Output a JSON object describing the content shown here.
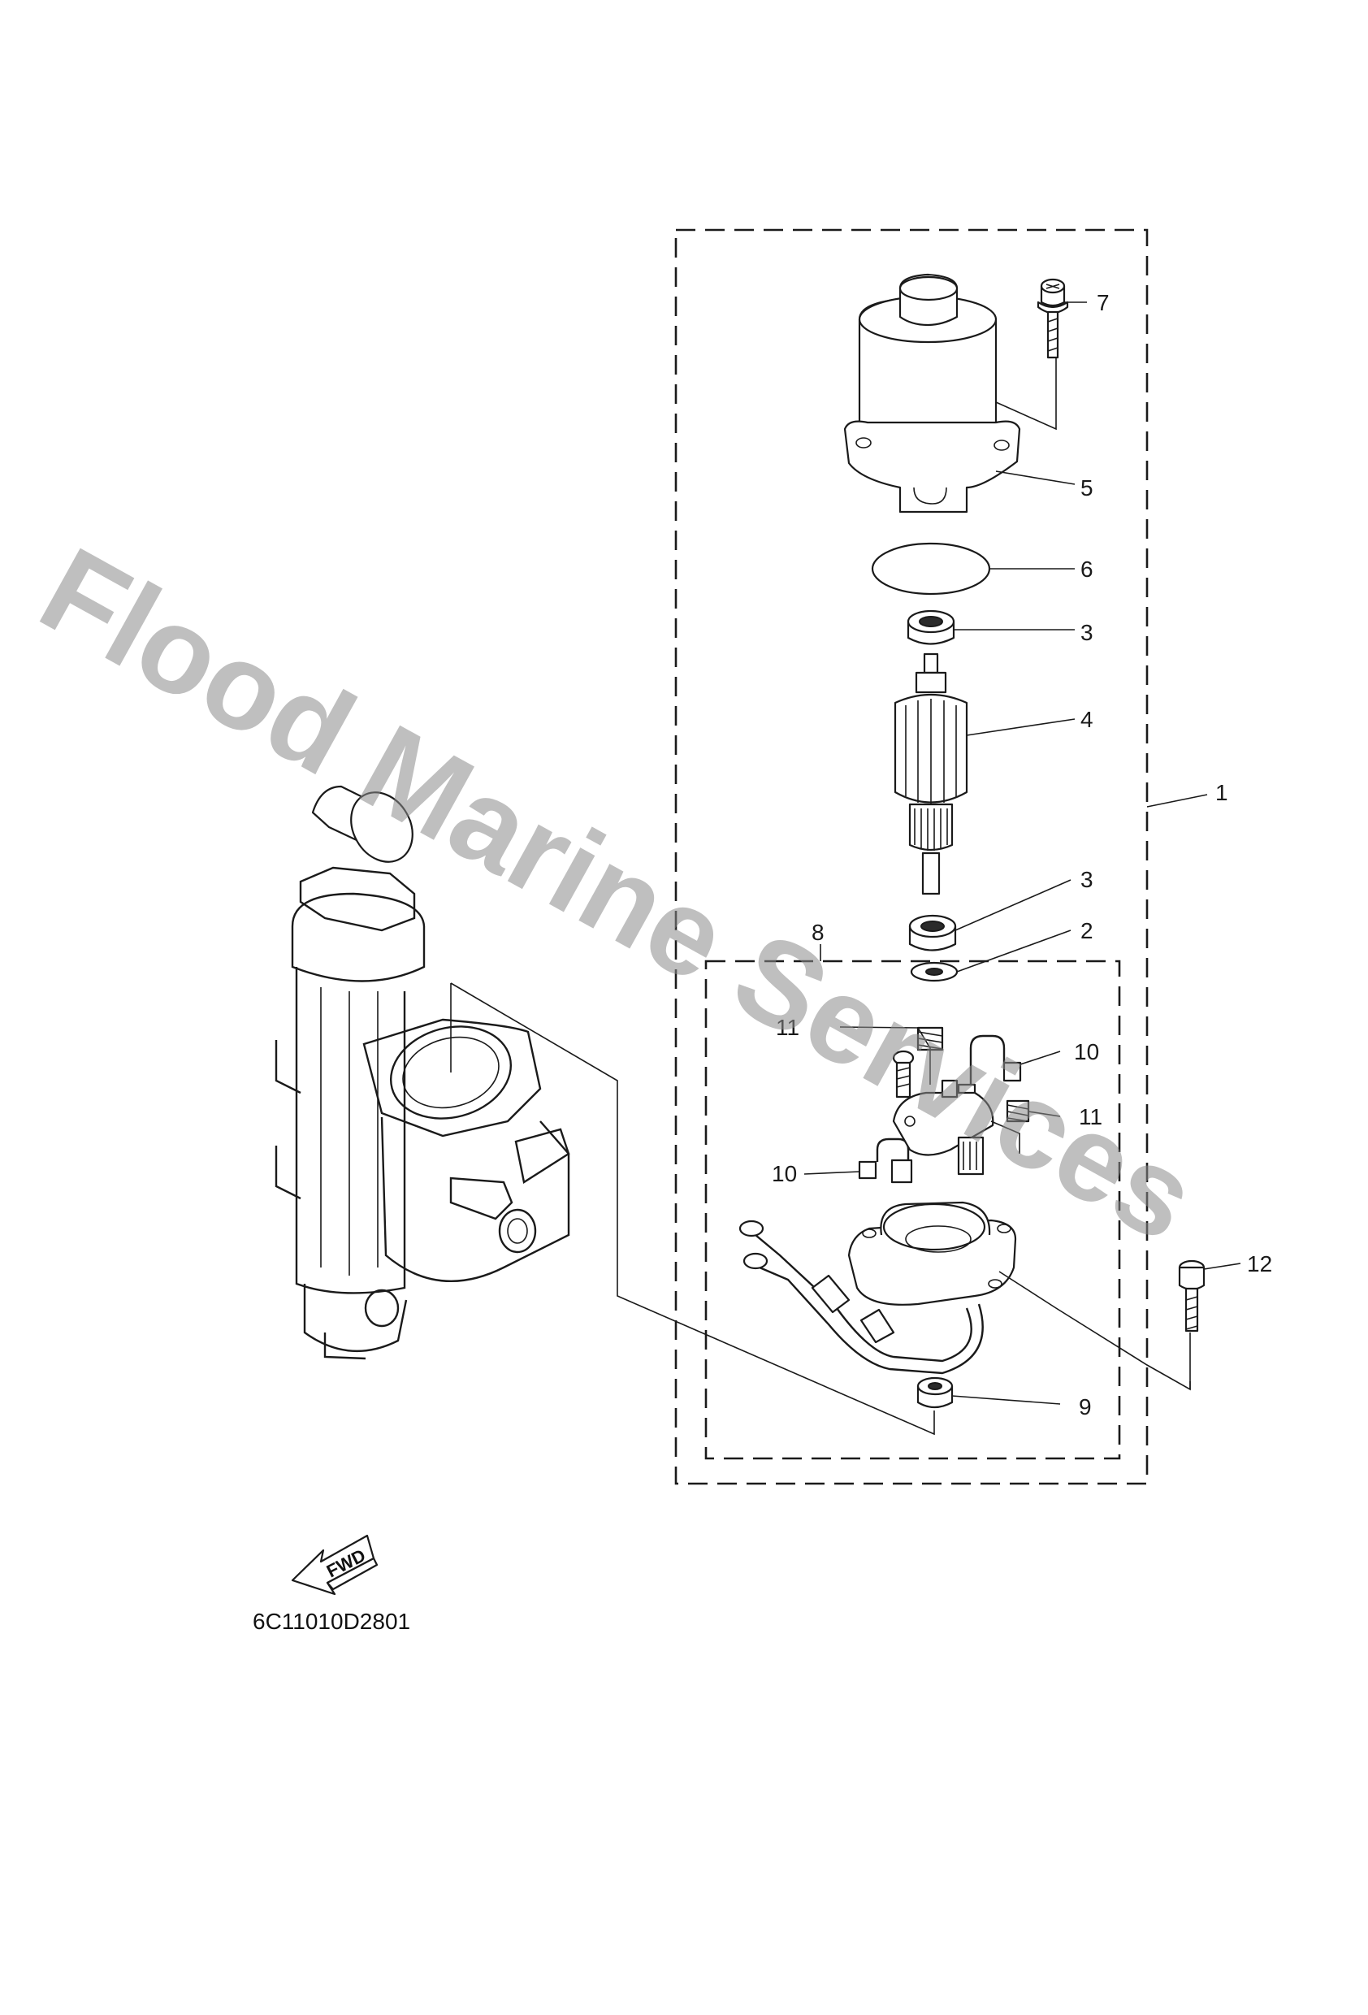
{
  "callouts": [
    {
      "id": "c1",
      "text": "1"
    },
    {
      "id": "c2",
      "text": "2"
    },
    {
      "id": "c3a",
      "text": "3"
    },
    {
      "id": "c3b",
      "text": "3"
    },
    {
      "id": "c4",
      "text": "4"
    },
    {
      "id": "c5",
      "text": "5"
    },
    {
      "id": "c6",
      "text": "6"
    },
    {
      "id": "c7",
      "text": "7"
    },
    {
      "id": "c8",
      "text": "8"
    },
    {
      "id": "c9",
      "text": "9"
    },
    {
      "id": "c10a",
      "text": "10"
    },
    {
      "id": "c10b",
      "text": "10"
    },
    {
      "id": "c11a",
      "text": "11"
    },
    {
      "id": "c11b",
      "text": "11"
    },
    {
      "id": "c12",
      "text": "12"
    }
  ],
  "fwd_label": "FWD",
  "diagram_code": "6C11010D2801",
  "watermark": "Flood Marine Services"
}
